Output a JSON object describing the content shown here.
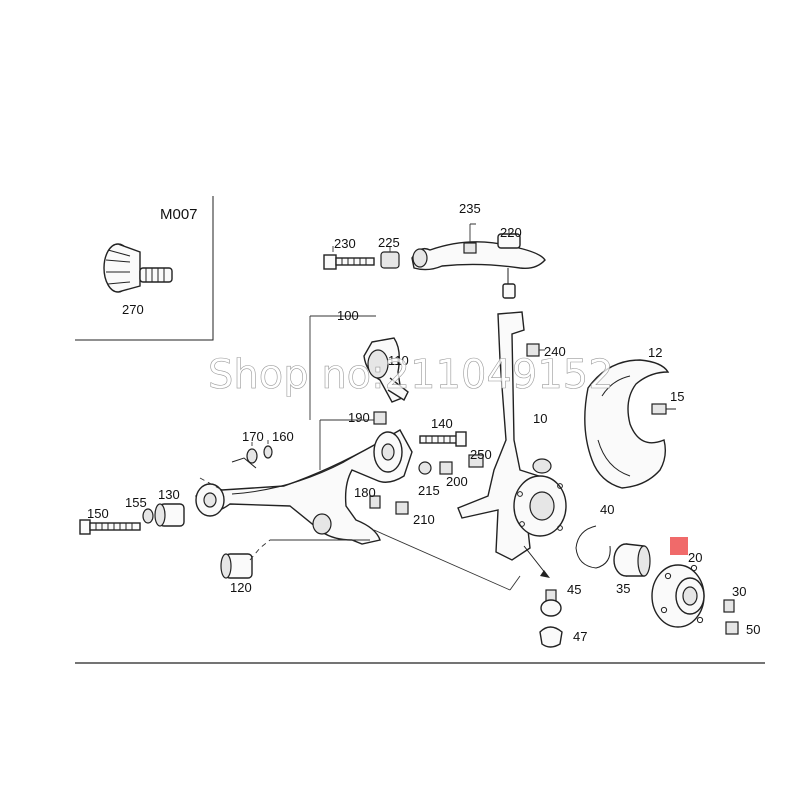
{
  "inset": {
    "title": "M007",
    "part_number": "270"
  },
  "watermark": "Shop no:211049152",
  "marker_color": "#f06a6a",
  "parts": {
    "p10": "10",
    "p12": "12",
    "p15": "15",
    "p20": "20",
    "p30": "30",
    "p35": "35",
    "p40": "40",
    "p45": "45",
    "p47": "47",
    "p50": "50",
    "p100": "100",
    "p110": "110",
    "p120": "120",
    "p130": "130",
    "p140": "140",
    "p150": "150",
    "p155": "155",
    "p160": "160",
    "p170": "170",
    "p180": "180",
    "p190": "190",
    "p200": "200",
    "p210": "210",
    "p215": "215",
    "p220": "220",
    "p225": "225",
    "p230": "230",
    "p235": "235",
    "p240": "240",
    "p250": "250"
  }
}
